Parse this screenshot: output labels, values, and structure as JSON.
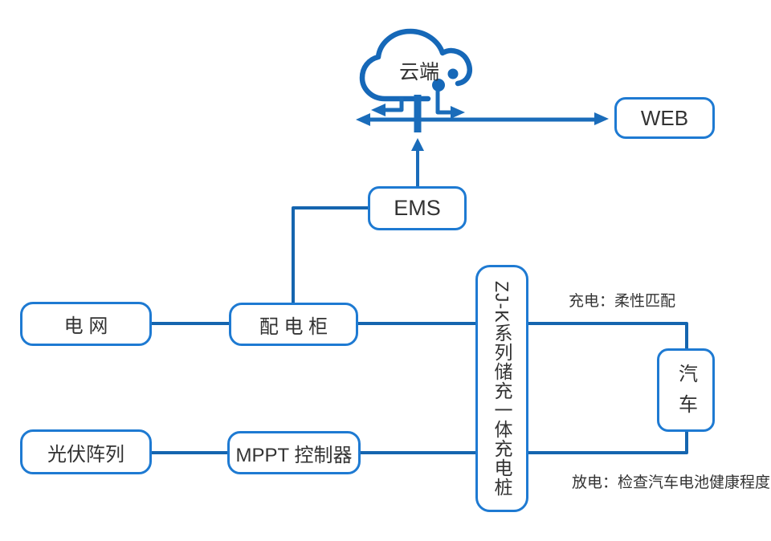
{
  "colors": {
    "background": "#ffffff",
    "box_border": "#1e7ad2",
    "connector": "#1565af",
    "arrow": "#1a6cba",
    "cloud": "#1668b8",
    "text": "#333333"
  },
  "icons": {
    "cloud": "cloud-network-icon"
  },
  "nodes": {
    "cloud": {
      "label": "云端"
    },
    "web": {
      "label": "WEB"
    },
    "ems": {
      "label": "EMS"
    },
    "grid": {
      "label": "电 网"
    },
    "distribution_cabinet": {
      "label": "配 电 柜"
    },
    "pv_array": {
      "label": "光伏阵列"
    },
    "mppt_controller": {
      "label": "MPPT 控制器"
    },
    "charging_pile": {
      "label": "ZJ-K系列储充一体充电桩"
    },
    "car": {
      "label": "汽车"
    }
  },
  "annotations": {
    "charge": "充电：柔性匹配",
    "discharge": "放电：检查汽车电池健康程度"
  }
}
